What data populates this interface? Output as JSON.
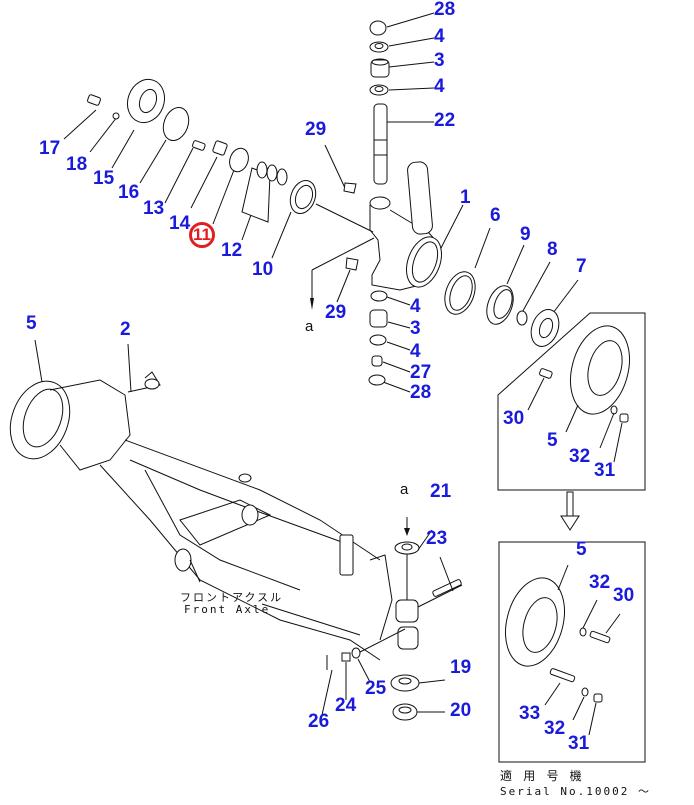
{
  "diagram": {
    "title": "Front Axle parts breakdown",
    "highlight_color": "#e02020",
    "callout_color": "#1a1adc",
    "highlighted_part": "11",
    "callouts": [
      {
        "id": "c28a",
        "label": "28"
      },
      {
        "id": "c4a",
        "label": "4"
      },
      {
        "id": "c3a",
        "label": "3"
      },
      {
        "id": "c4b",
        "label": "4"
      },
      {
        "id": "c22",
        "label": "22"
      },
      {
        "id": "c17",
        "label": "17"
      },
      {
        "id": "c18",
        "label": "18"
      },
      {
        "id": "c15",
        "label": "15"
      },
      {
        "id": "c16",
        "label": "16"
      },
      {
        "id": "c13",
        "label": "13"
      },
      {
        "id": "c14",
        "label": "14"
      },
      {
        "id": "c11",
        "label": "11"
      },
      {
        "id": "c12",
        "label": "12"
      },
      {
        "id": "c10",
        "label": "10"
      },
      {
        "id": "c29a",
        "label": "29"
      },
      {
        "id": "c1",
        "label": "1"
      },
      {
        "id": "c6",
        "label": "6"
      },
      {
        "id": "c9",
        "label": "9"
      },
      {
        "id": "c8",
        "label": "8"
      },
      {
        "id": "c7",
        "label": "7"
      },
      {
        "id": "c29b",
        "label": "29"
      },
      {
        "id": "c4c",
        "label": "4"
      },
      {
        "id": "c3b",
        "label": "3"
      },
      {
        "id": "c4d",
        "label": "4"
      },
      {
        "id": "c27",
        "label": "27"
      },
      {
        "id": "c28b",
        "label": "28"
      },
      {
        "id": "c5a",
        "label": "5"
      },
      {
        "id": "c2",
        "label": "2"
      },
      {
        "id": "c30a",
        "label": "30"
      },
      {
        "id": "c5b",
        "label": "5"
      },
      {
        "id": "c32a",
        "label": "32"
      },
      {
        "id": "c31a",
        "label": "31"
      },
      {
        "id": "c21",
        "label": "21"
      },
      {
        "id": "c23",
        "label": "23"
      },
      {
        "id": "c19",
        "label": "19"
      },
      {
        "id": "c20",
        "label": "20"
      },
      {
        "id": "c25",
        "label": "25"
      },
      {
        "id": "c24",
        "label": "24"
      },
      {
        "id": "c26",
        "label": "26"
      },
      {
        "id": "c5c",
        "label": "5"
      },
      {
        "id": "c32b",
        "label": "32"
      },
      {
        "id": "c30b",
        "label": "30"
      },
      {
        "id": "c33",
        "label": "33"
      },
      {
        "id": "c32c",
        "label": "32"
      },
      {
        "id": "c31b",
        "label": "31"
      }
    ],
    "view_marker_top": "a",
    "view_marker_bottom": "a",
    "axle_label_jp": "フロントアクスル",
    "axle_label_en": "Front Axle",
    "serial_heading_jp": "適 用 号 機",
    "serial_text": "Serial No.10002 〜"
  }
}
